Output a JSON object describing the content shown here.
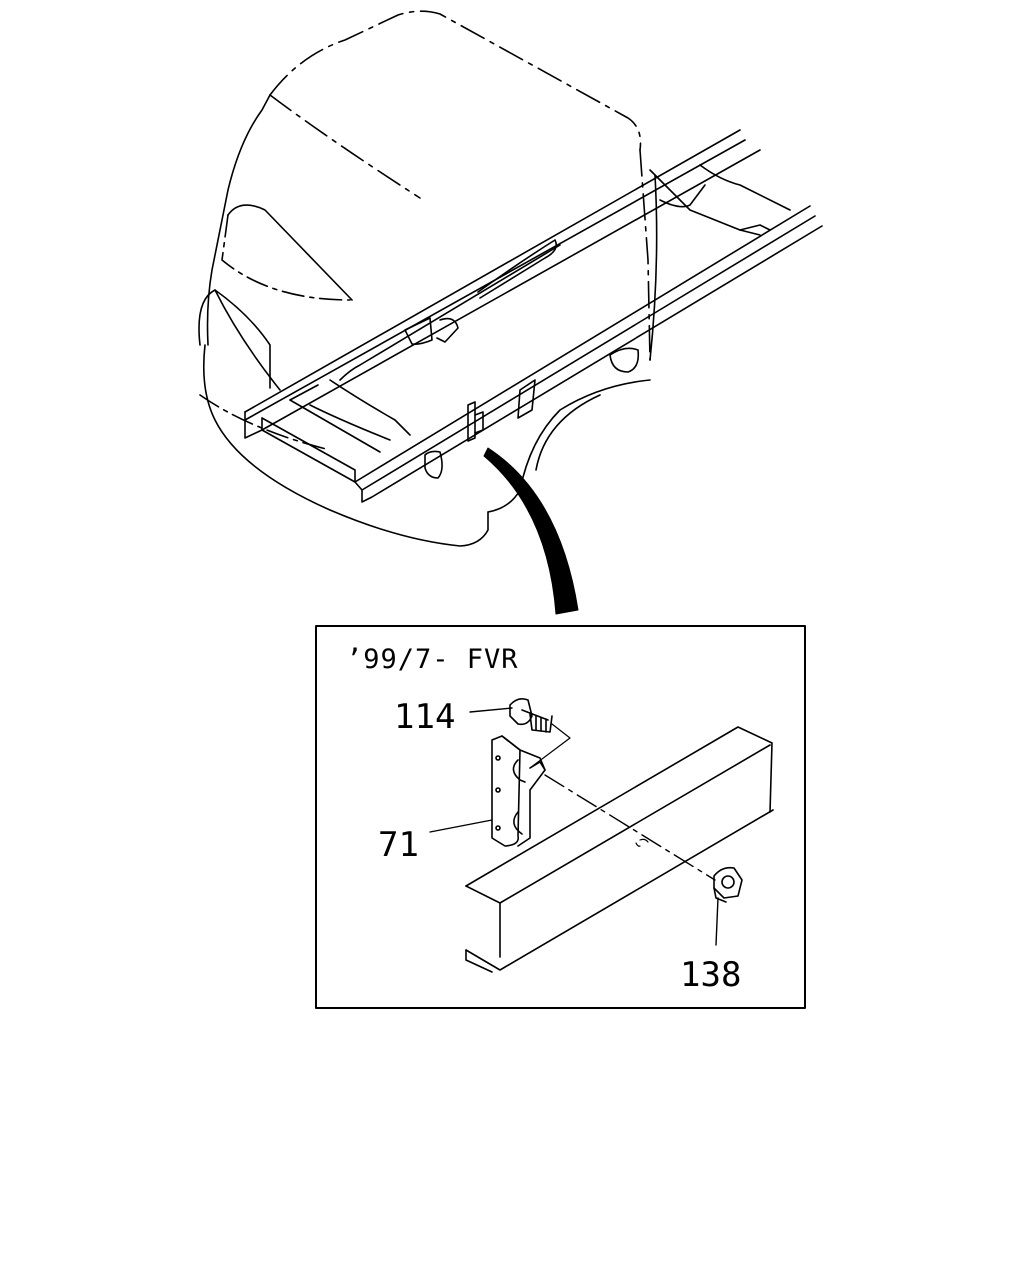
{
  "detail": {
    "title": "’99/7- FVR"
  },
  "callouts": [
    {
      "label": "114"
    },
    {
      "label": "71"
    },
    {
      "label": "138"
    }
  ]
}
